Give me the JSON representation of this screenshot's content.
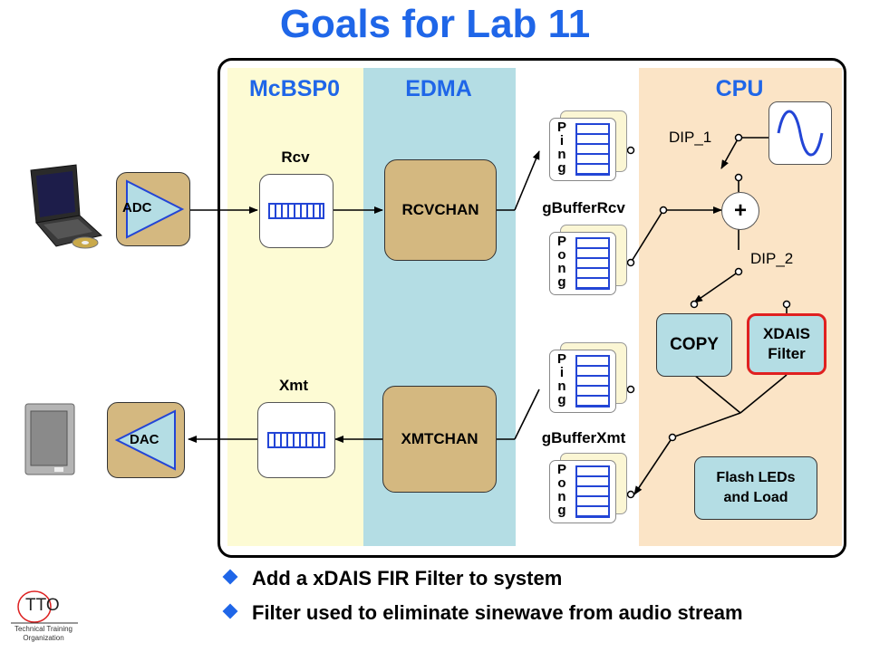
{
  "title": "Goals for Lab 11",
  "columns": {
    "mcbsp": "McBSP0",
    "edma": "EDMA",
    "cpu": "CPU"
  },
  "mcbsp": {
    "rcv_label": "Rcv",
    "xmt_label": "Xmt"
  },
  "edma": {
    "rcv_channel": "RCVCHAN",
    "xmt_channel": "XMTCHAN"
  },
  "buffers": {
    "rcv_label": "gBufferRcv",
    "xmt_label": "gBufferXmt",
    "ping": [
      "P",
      "i",
      "n",
      "g"
    ],
    "pong": [
      "P",
      "o",
      "n",
      "g"
    ]
  },
  "converters": {
    "adc": "ADC",
    "dac": "DAC"
  },
  "cpu": {
    "dip1": "DIP_1",
    "dip2": "DIP_2",
    "adder": "+",
    "copy": "COPY",
    "xdais_line1": "XDAIS",
    "xdais_line2": "Filter",
    "flash_line1": "Flash LEDs",
    "flash_line2": "and Load"
  },
  "bullets": [
    "Add a xDAIS FIR Filter to system",
    "Filter used to eliminate sinewave from audio stream"
  ],
  "logo": {
    "letters": "TTO",
    "line1": "Technical Training",
    "line2": "Organization"
  },
  "colors": {
    "title_blue": "#1f66e8",
    "mcbsp_bg": "#fdfbd4",
    "edma_bg": "#b4dde4",
    "cpu_bg": "#fbe4c6",
    "box_tan": "#d4b880",
    "copy_blue": "#b4dde4",
    "xdais_border": "#e02020",
    "grid_blue": "#2345d6"
  }
}
